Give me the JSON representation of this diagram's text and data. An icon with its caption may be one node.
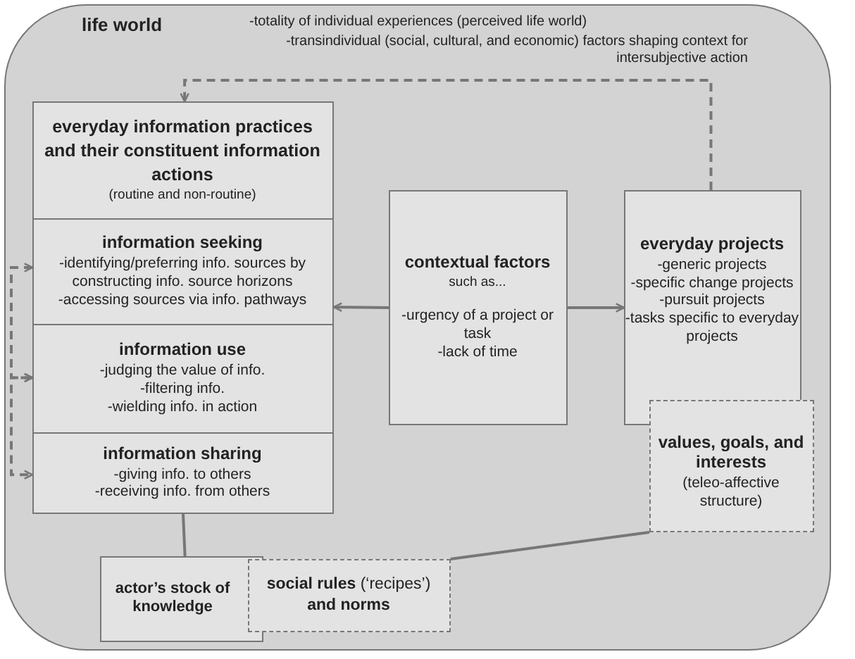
{
  "diagram": {
    "nodes": [
      {
        "text": [
          "life world",
          "-totality of individual experiences (perceived life world)",
          "-transindividual (social, cultural, and economic) factors shaping context for intersubjective action"
        ]
      },
      {
        "text": [
          "everyday information practices and their constituent information actions",
          "(routine and non-routine)"
        ],
        "in": 0
      },
      {
        "text": [
          "information seeking",
          "-identifying/preferring info. sources by constructing info. source horizons",
          "-accessing sources via info. pathways"
        ],
        "in": 0
      },
      {
        "text": [
          "information use",
          "-judging the value of info.",
          "-filtering info.",
          "-wielding info. in action"
        ],
        "in": 0
      },
      {
        "text": [
          "information sharing",
          "-giving info. to others",
          "-receiving info. from others"
        ],
        "in": 0
      },
      {
        "text": [
          "contextual factors",
          "such as...",
          "-urgency of a project or task",
          "-lack of time"
        ],
        "in": 0
      },
      {
        "text": [
          "everyday projects",
          "-generic projects",
          "-specific change projects",
          "-pursuit projects",
          "-tasks specific to everyday projects"
        ],
        "in": 0
      },
      {
        "text": [
          "values, goals, and interests",
          "(teleo-affective structure)"
        ],
        "in": 0
      },
      {
        "text": [
          "actor’s stock of knowledge"
        ],
        "in": 0
      },
      {
        "text": [
          "**social rules** (‘recipes’) **and norms**"
        ],
        "in": 0
      }
    ],
    "edges": [
      {
        "from": 6,
        "to": 1,
        "arrow": "to",
        "style": "dashed"
      },
      {
        "from": 5,
        "to": 2,
        "arrow": "to"
      },
      {
        "from": 5,
        "to": 6,
        "arrow": "to"
      },
      {
        "from": 2,
        "to": 3,
        "arrow": "both",
        "style": "dashed"
      },
      {
        "from": 3,
        "to": 4,
        "arrow": "both",
        "style": "dashed"
      },
      {
        "from": 4,
        "to": 8,
        "arrow": "none"
      },
      {
        "from": 9,
        "to": 7,
        "arrow": "none"
      }
    ]
  }
}
